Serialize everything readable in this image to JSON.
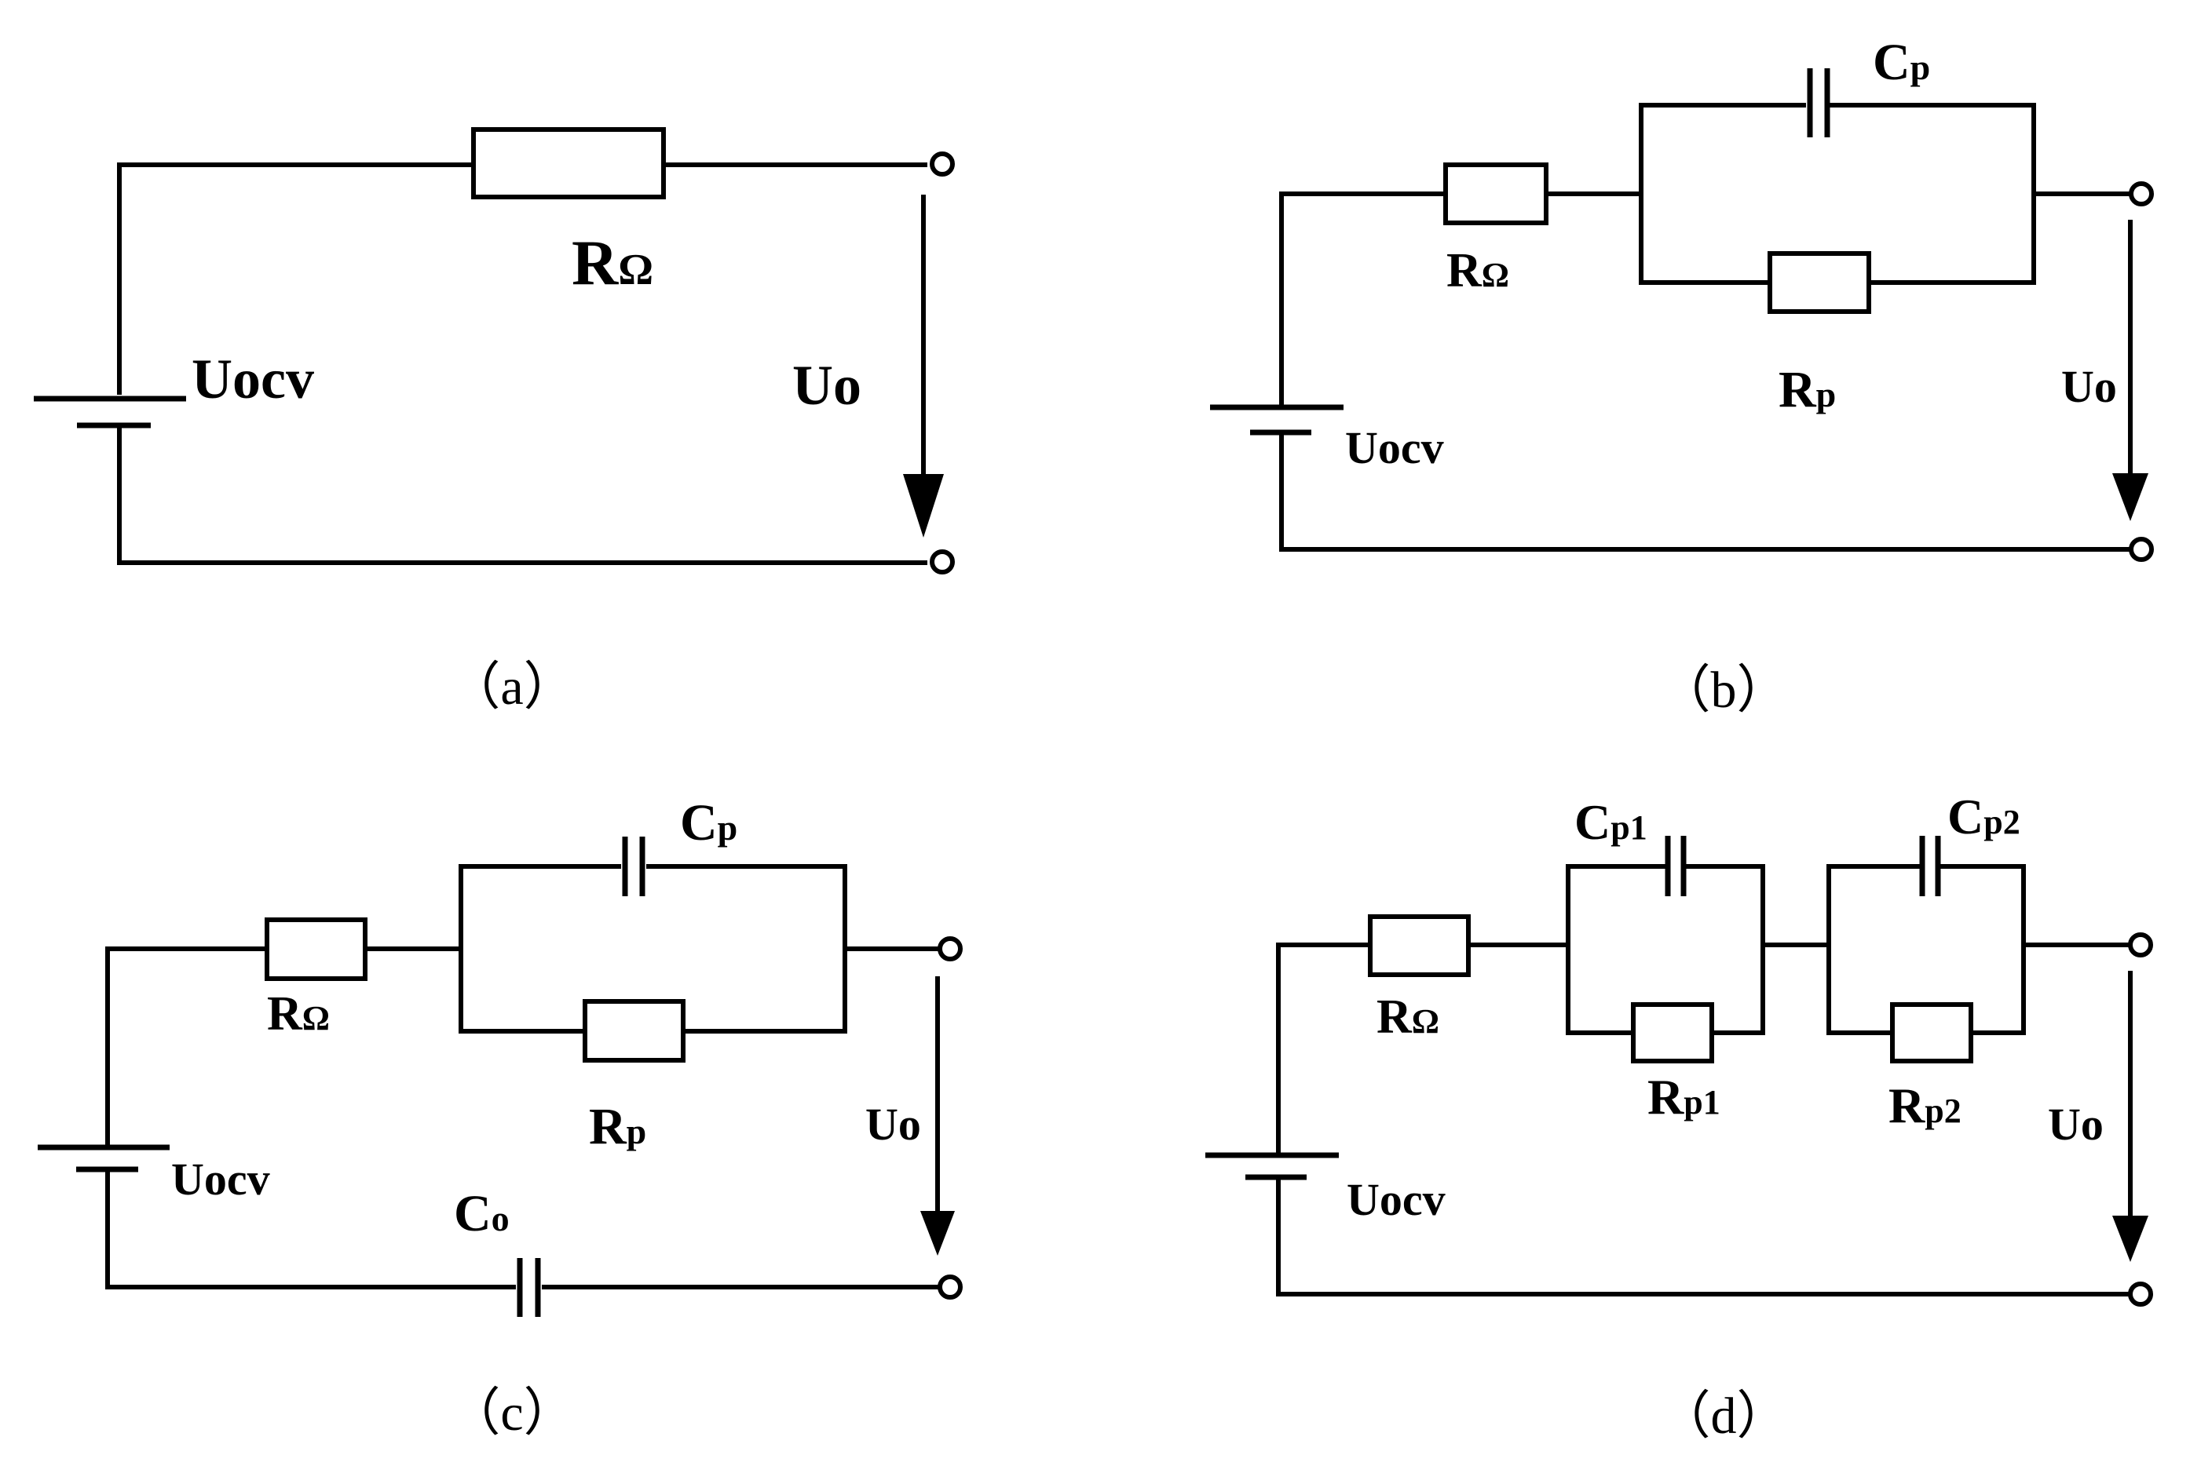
{
  "diagrams": {
    "a": {
      "caption": "（a）",
      "r_ohm": {
        "main": "R",
        "sub": "Ω"
      },
      "u_ocv": "Uocv",
      "u_o": "Uo"
    },
    "b": {
      "caption": "（b）",
      "r_ohm": {
        "main": "R",
        "sub": "Ω"
      },
      "c_p": {
        "main": "C",
        "sub": "p"
      },
      "r_p": {
        "main": "R",
        "sub": "p"
      },
      "u_ocv": "Uocv",
      "u_o": "Uo"
    },
    "c": {
      "caption": "（c）",
      "r_ohm": {
        "main": "R",
        "sub": "Ω"
      },
      "c_p": {
        "main": "C",
        "sub": "p"
      },
      "r_p": {
        "main": "R",
        "sub": "p"
      },
      "c_o": {
        "main": "C",
        "sub": "o"
      },
      "u_ocv": "Uocv",
      "u_o": "Uo"
    },
    "d": {
      "caption": "（d）",
      "r_ohm": {
        "main": "R",
        "sub": "Ω"
      },
      "c_p1": {
        "main": "C",
        "sub": "p1"
      },
      "r_p1": {
        "main": "R",
        "sub": "p1"
      },
      "c_p2": {
        "main": "C",
        "sub": "p2"
      },
      "r_p2": {
        "main": "R",
        "sub": "p2"
      },
      "u_ocv": "Uocv",
      "u_o": "Uo"
    }
  }
}
